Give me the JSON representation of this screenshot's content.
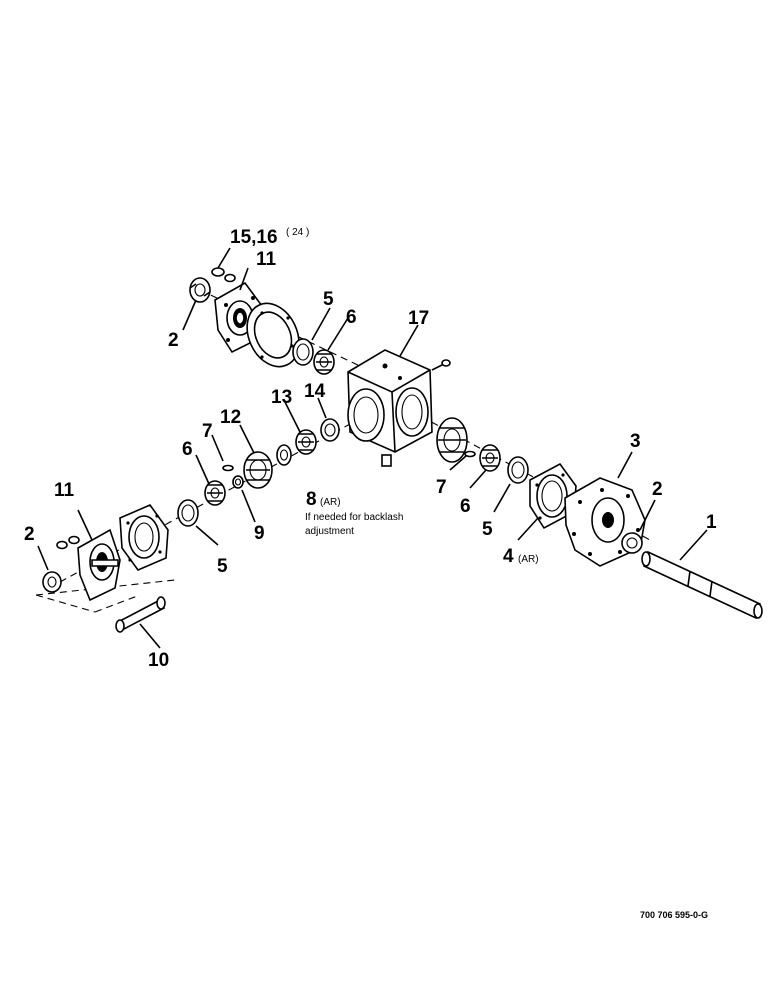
{
  "callouts": {
    "c1": "1",
    "c2a": "2",
    "c2b": "2",
    "c2c": "2",
    "c3": "3",
    "c4": "4",
    "c4_ar": "(AR)",
    "c5a": "5",
    "c5b": "5",
    "c5c": "5",
    "c6a": "6",
    "c6b": "6",
    "c6c": "6",
    "c7a": "7",
    "c7b": "7",
    "c8": "8",
    "c8_ar": "(AR)",
    "c9": "9",
    "c10": "10",
    "c11a": "11",
    "c11b": "11",
    "c12": "12",
    "c13": "13",
    "c14": "14",
    "c15_16": "15,16",
    "c15_16_qty": "( 24 )",
    "c17": "17"
  },
  "note": {
    "line1": "If needed for backlash",
    "line2": "adjustment"
  },
  "drawing_code": "700 706 595-0-G"
}
